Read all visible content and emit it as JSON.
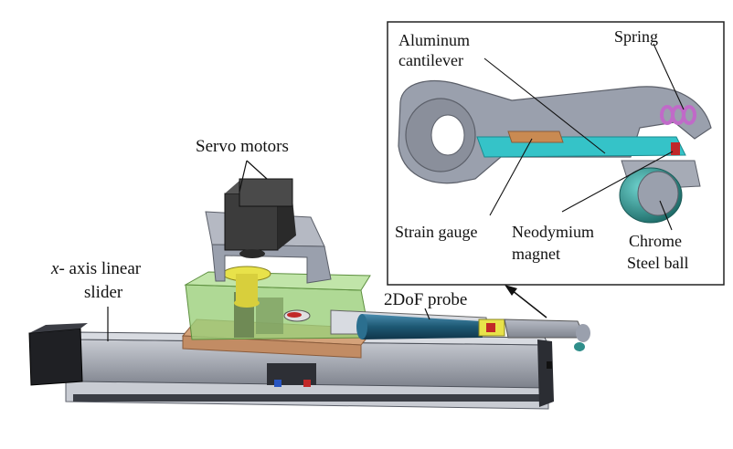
{
  "labels": {
    "servo_motors": "Servo motors",
    "x_axis_italic": "x",
    "x_axis_rest": "- axis linear",
    "slider": "slider",
    "probe": "2DoF probe",
    "aluminum_line1": "Aluminum",
    "aluminum_line2": "cantilever",
    "spring": "Spring",
    "strain_gauge": "Strain gauge",
    "neodymium_line1": "Neodymium",
    "neodymium_line2": "magnet",
    "chrome_line1": "Chrome",
    "chrome_line2": "Steel ball"
  },
  "colors": {
    "frame": "#9aa0ad",
    "frame_dark": "#6e7482",
    "motor": "#3c3c3c",
    "housing": "#9bcf7a",
    "base_plate": "#d4a27a",
    "probe_tube": "#1d5873",
    "cantilever": "#35c3c8",
    "strain_gauge": "#c98a52",
    "spring": "#c06ac8",
    "ball": "#2f8e8a",
    "magnet": "#c0282a",
    "gear_yellow": "#e8e24a"
  }
}
